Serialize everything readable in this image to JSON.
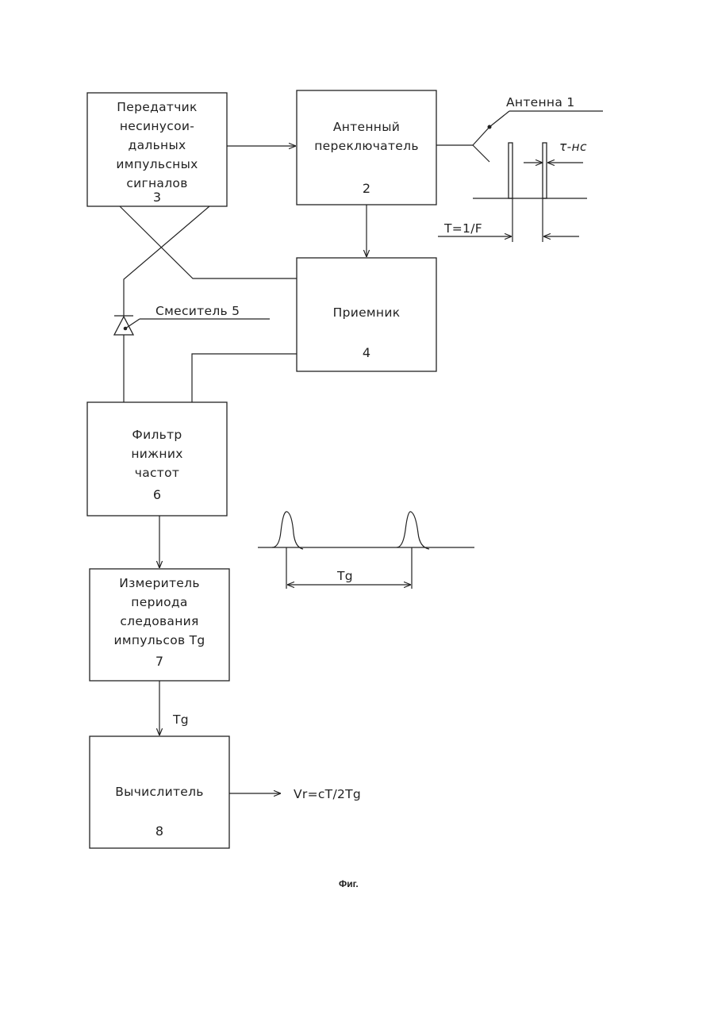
{
  "caption": "Фиг.",
  "blocks": {
    "transmitter": {
      "lines": [
        "Передатчик",
        "несинусои-",
        "дальных",
        "импульсных",
        "сигналов"
      ],
      "number": "3"
    },
    "switch": {
      "lines": [
        "Антенный",
        "переключатель"
      ],
      "number": "2"
    },
    "receiver": {
      "lines": [
        "Приемник"
      ],
      "number": "4"
    },
    "filter": {
      "lines": [
        "Фильтр",
        "нижних",
        "частот"
      ],
      "number": "6"
    },
    "meter": {
      "lines": [
        "Измеритель",
        "периода",
        "следования",
        "импульсов Tg"
      ],
      "number": "7"
    },
    "calculator": {
      "lines": [
        "Вычислитель"
      ],
      "number": "8"
    }
  },
  "labels": {
    "antenna": "Антенна 1",
    "mixer": "Смеситель 5",
    "tau": "τ-нс",
    "period": "T=1/F",
    "tg_wave": "Tg",
    "tg_arrow": "Tg",
    "formula": "Vr=cT/2Tg"
  }
}
